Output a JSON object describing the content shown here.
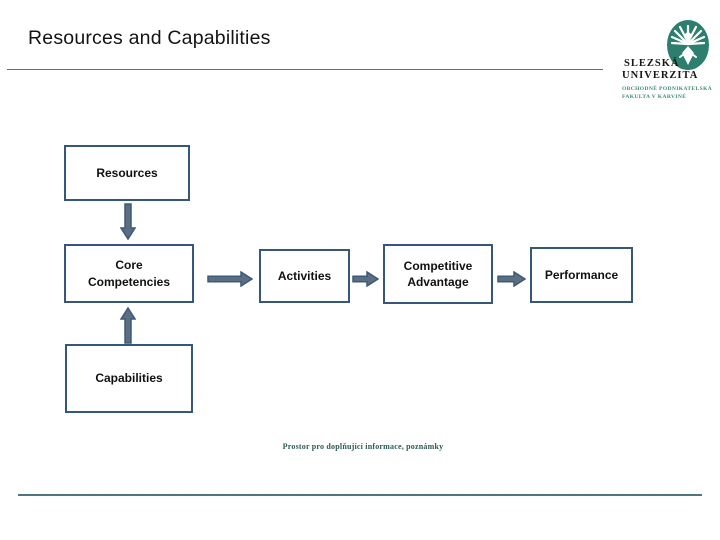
{
  "slide": {
    "title": "Resources and Capabilities",
    "footer_note": "Prostor pro doplňující informace, poznámky"
  },
  "logo": {
    "name_line1": "SLEZSKÁ",
    "name_line2": "UNIVERZITA",
    "sub_line1": "OBCHODNĚ PODNIKATELSKÁ",
    "sub_line2": "FAKULTA V KARVINÉ",
    "emblem_icon": "eagle-emblem"
  },
  "diagram": {
    "nodes": [
      {
        "id": "resources",
        "label": "Resources",
        "lines": [
          "Resources"
        ]
      },
      {
        "id": "core-competencies",
        "label": "Core Competencies",
        "lines": [
          "Core",
          "Competencies"
        ]
      },
      {
        "id": "capabilities",
        "label": "Capabilities",
        "lines": [
          "Capabilities"
        ]
      },
      {
        "id": "activities",
        "label": "Activities",
        "lines": [
          "Activities"
        ]
      },
      {
        "id": "competitive-advantage",
        "label": "Competitive Advantage",
        "lines": [
          "Competitive",
          "Advantage"
        ]
      },
      {
        "id": "performance",
        "label": "Performance",
        "lines": [
          "Performance"
        ]
      }
    ],
    "edges": [
      {
        "from": "resources",
        "to": "core-competencies",
        "direction": "down"
      },
      {
        "from": "capabilities",
        "to": "core-competencies",
        "direction": "up"
      },
      {
        "from": "core-competencies",
        "to": "activities",
        "direction": "right"
      },
      {
        "from": "activities",
        "to": "competitive-advantage",
        "direction": "right"
      },
      {
        "from": "competitive-advantage",
        "to": "performance",
        "direction": "right"
      }
    ]
  },
  "colors": {
    "box_border": "#35567d",
    "box_fill": "#ffffff",
    "box_text": "#111111",
    "arrow_fill": "#5d6e7f",
    "arrow_stroke": "#3b5a7d",
    "logo_teal": "#2e7e6d",
    "logo_subtext_teal": "#3f8a7a",
    "rule_line": "#4c757f",
    "footer_text": "#2d5a55",
    "title_text": "#141414"
  }
}
